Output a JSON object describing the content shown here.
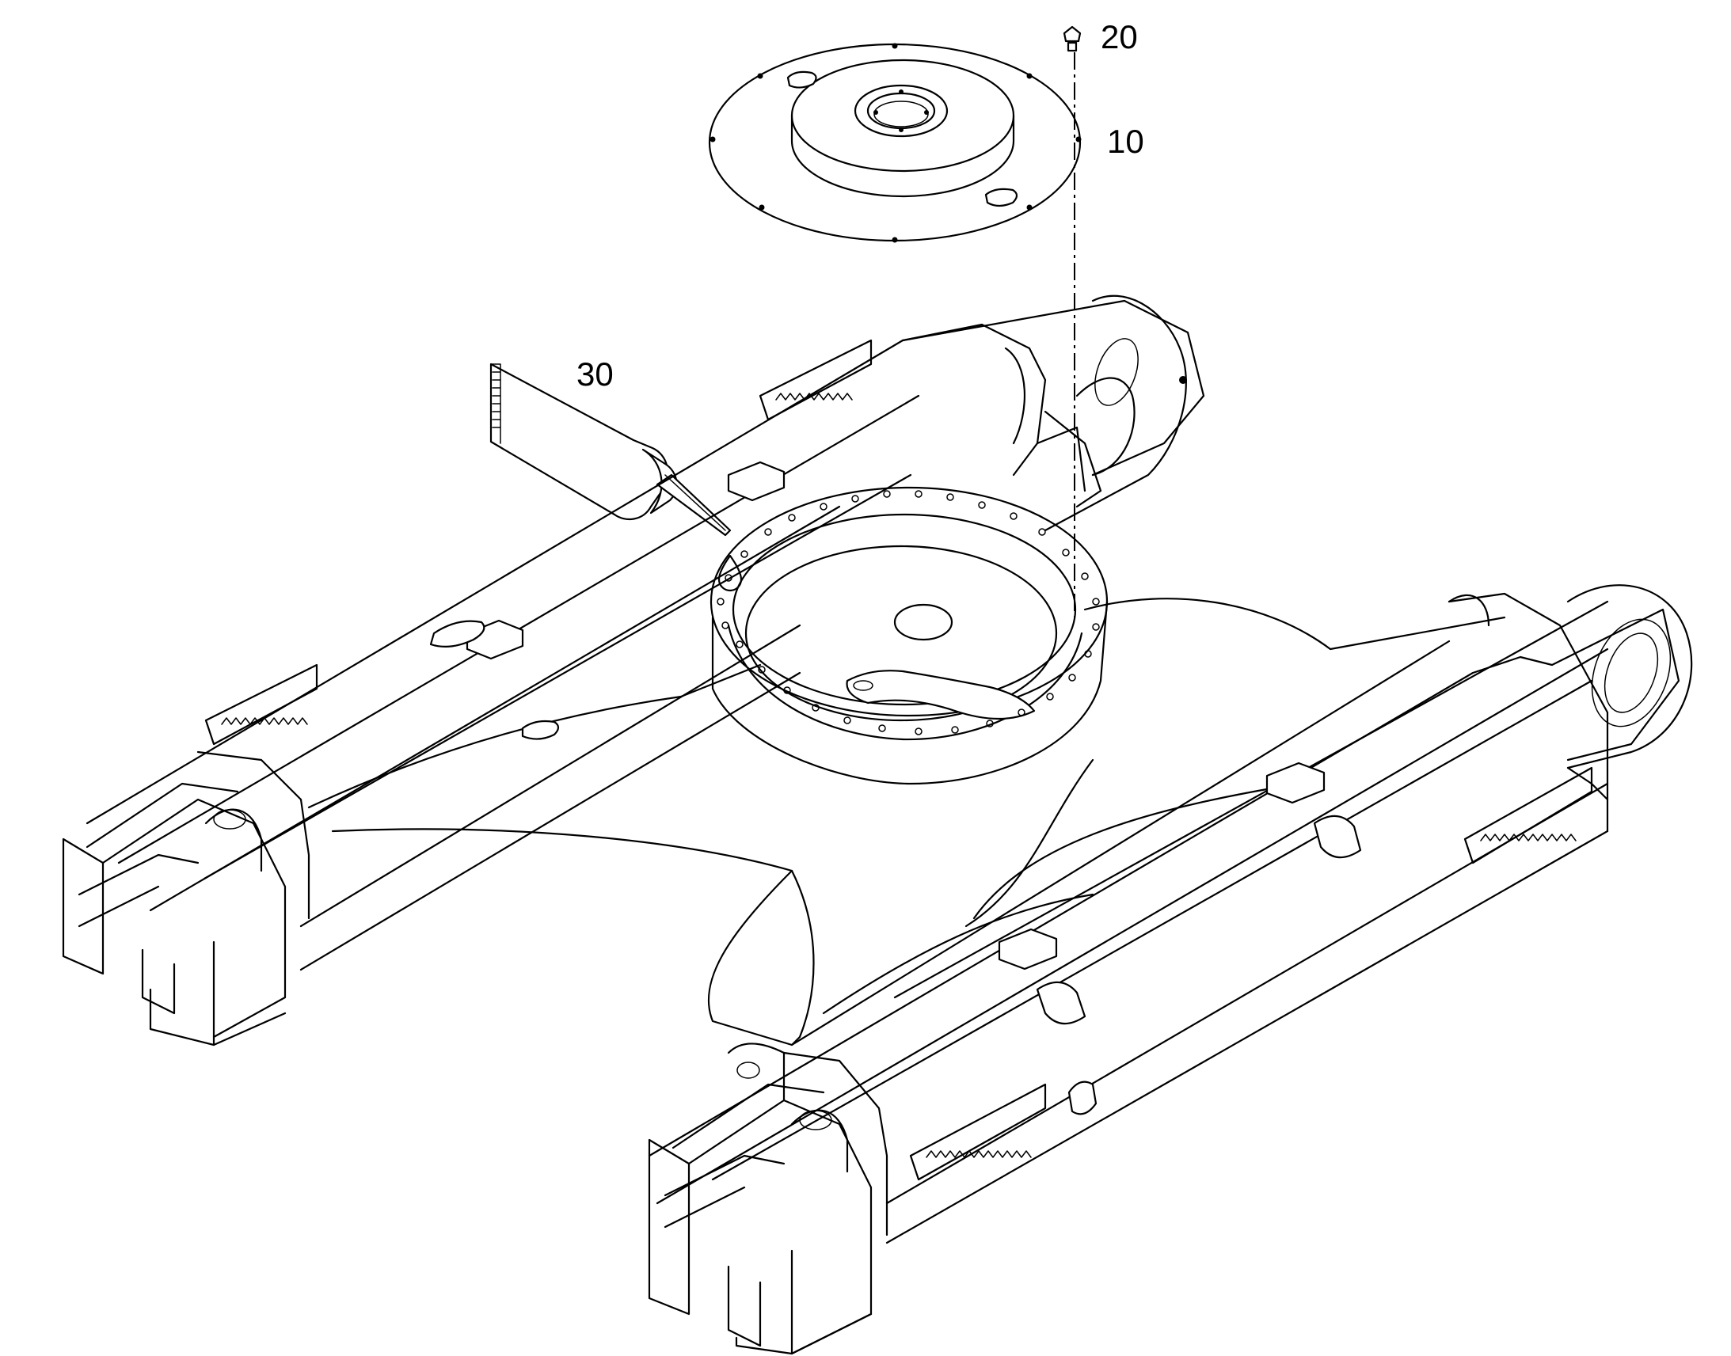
{
  "callouts": {
    "seal_cover": "10",
    "bolt": "20",
    "sealant_tube": "30"
  },
  "colors": {
    "line": "#000000",
    "background": "#ffffff"
  }
}
